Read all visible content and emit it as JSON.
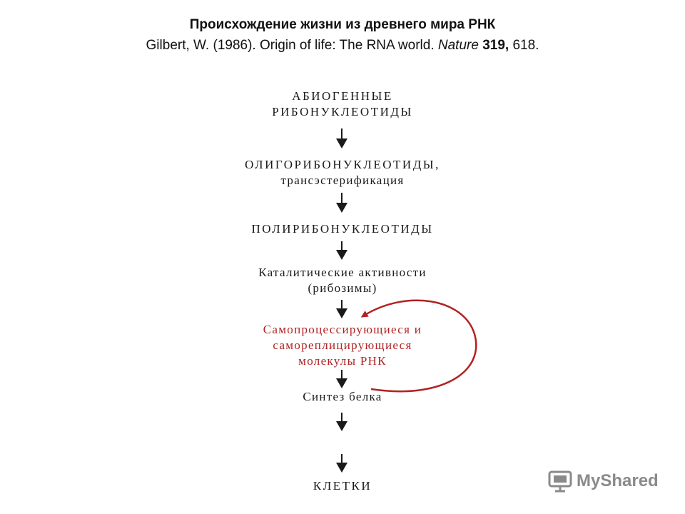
{
  "header": {
    "title": "Происхождение жизни из древнего мира РНК",
    "citation_prefix": "Gilbert, W. (1986). Origin of life: The RNA world. ",
    "citation_journal": "Nature",
    "citation_volume": "319,",
    "citation_page": " 618."
  },
  "steps": [
    {
      "lines": [
        "АБИОГЕННЫЕ",
        "РИБОНУКЛЕОТИДЫ"
      ]
    },
    {
      "lines": [
        "ОЛИГОРИБОНУКЛЕОТИДЫ,",
        "трансэстерификация"
      ]
    },
    {
      "lines": [
        "ПОЛИРИБОНУКЛЕОТИДЫ"
      ]
    },
    {
      "lines": [
        "Каталитические активности",
        "(рибозимы)"
      ]
    },
    {
      "lines": [
        "Самопроцессирующиеся и",
        "самореплицирующиеся",
        "молекулы РНК"
      ]
    },
    {
      "lines": [
        "Синтез белка"
      ]
    },
    {
      "lines": [
        "КЛЕТКИ"
      ]
    }
  ],
  "colors": {
    "arrow": "#1a1a1a",
    "highlight": "#b22222",
    "logo": "#8a8a8a"
  },
  "watermark": {
    "text": "MyShared",
    "icon": "projector-icon"
  }
}
